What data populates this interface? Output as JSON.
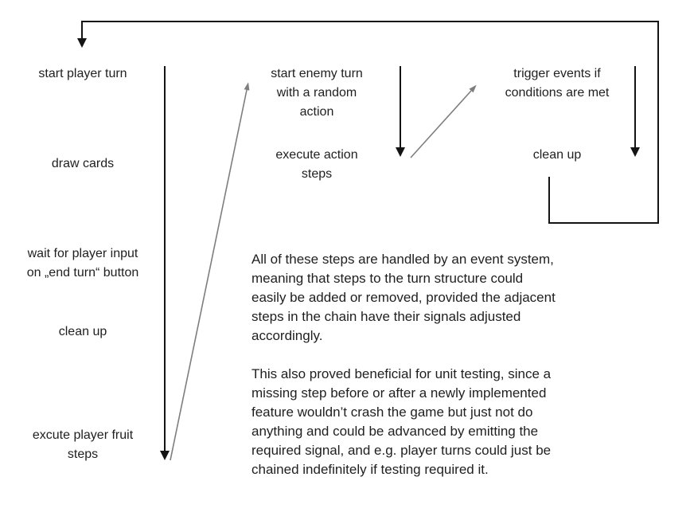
{
  "colors": {
    "background": "#ffffff",
    "text": "#1f1f1f",
    "line_black": "#141414",
    "line_gray": "#7e7e7e"
  },
  "flow": {
    "player_turn": {
      "steps": [
        "start player turn",
        "draw cards",
        "wait for player input\non „end turn“ button",
        "clean up",
        "excute player fruit\nsteps"
      ]
    },
    "enemy_turn": {
      "steps": [
        "start enemy turn\nwith a random\naction",
        "execute action\nsteps"
      ]
    },
    "events": {
      "steps": [
        "trigger events if\nconditions are met",
        "clean up"
      ]
    }
  },
  "notes": {
    "paragraph1": "All of these steps are handled by an event system,\nmeaning that steps to the turn structure could\neasily be added or removed, provided the adjacent\nsteps in the chain have their signals adjusted\naccordingly.",
    "paragraph2": "This also proved beneficial for unit testing, since a\nmissing step before or after a newly implemented\nfeature wouldn’t crash the game but just not do\nanything and could be advanced by emitting the\nrequired signal, and e.g. player turns could just be\nchained indefinitely if testing required it."
  }
}
